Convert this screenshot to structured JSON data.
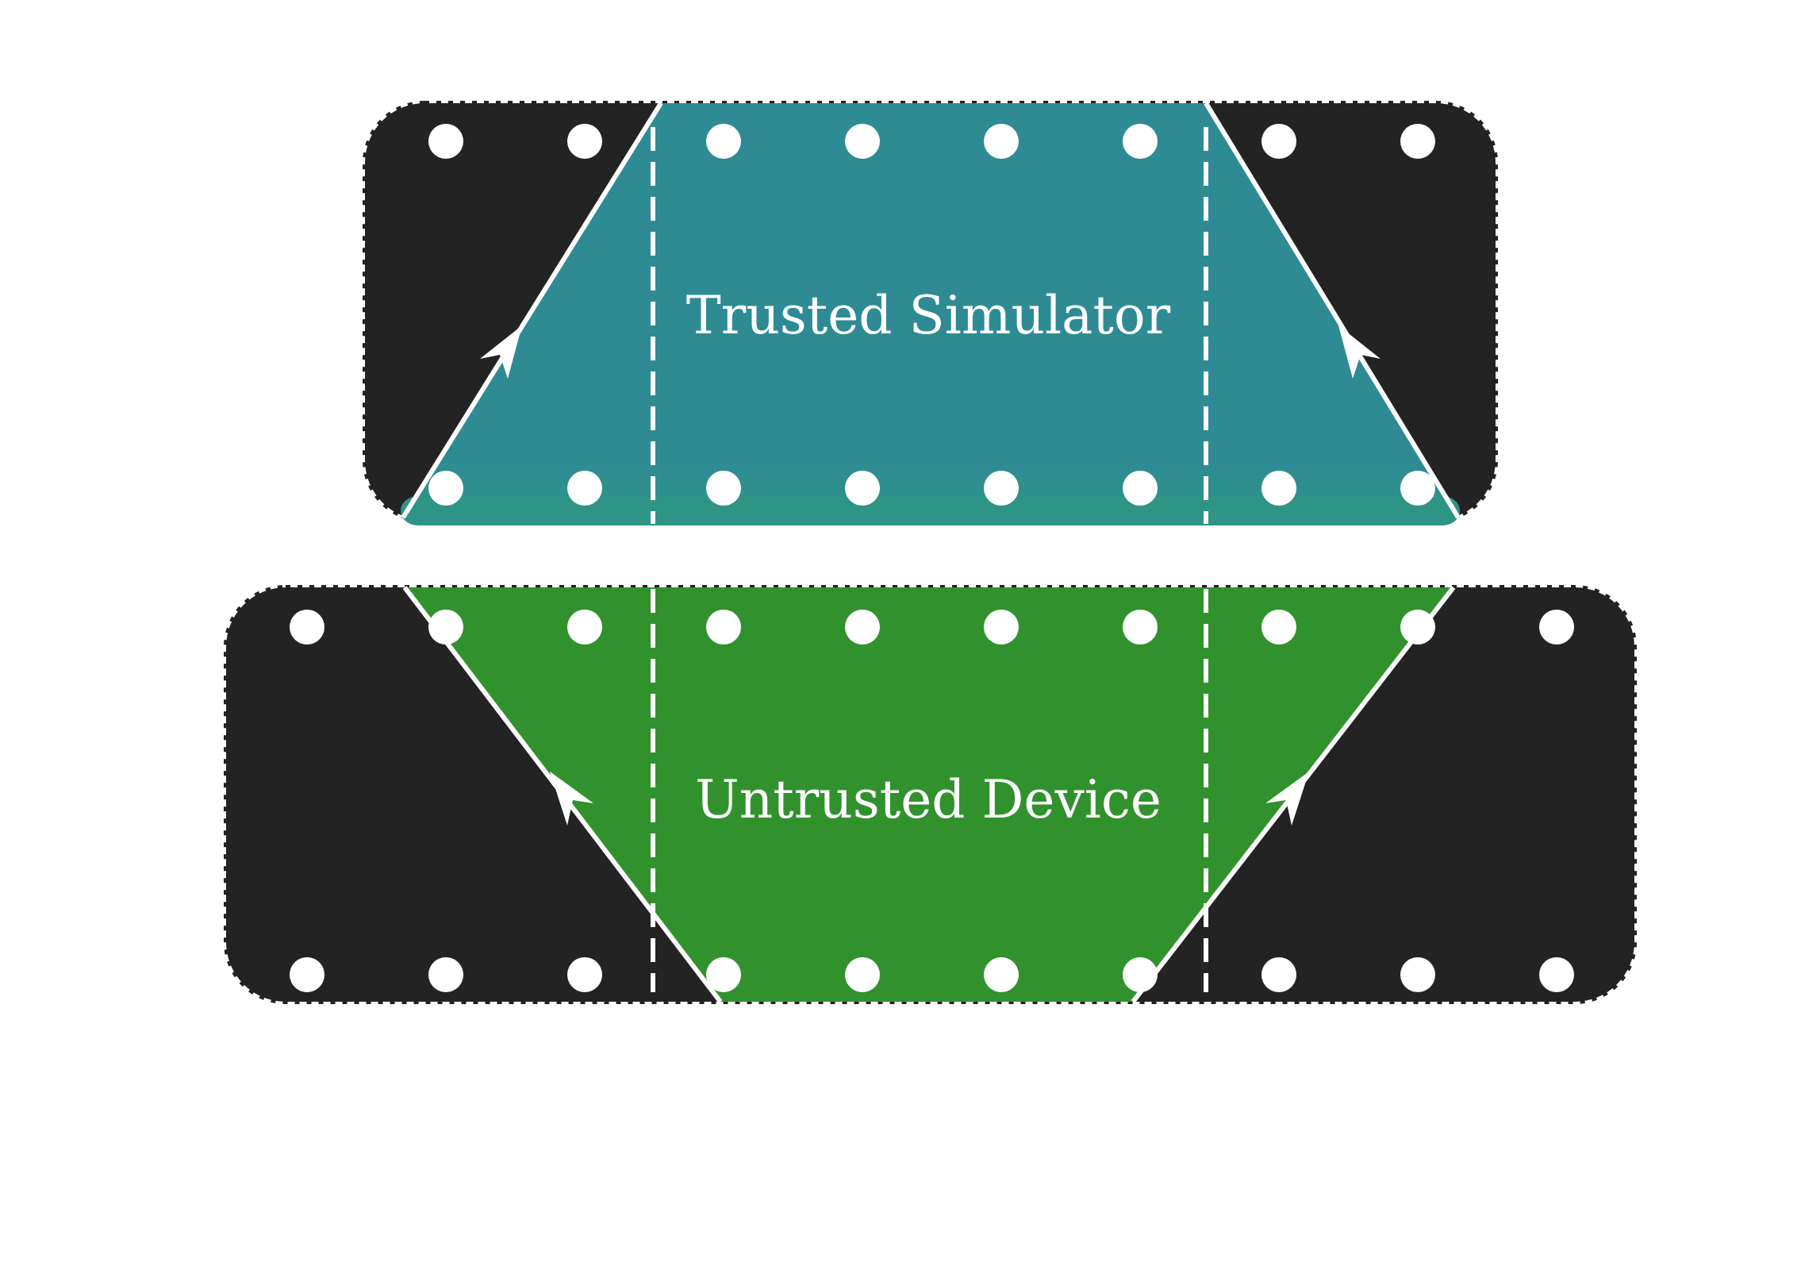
{
  "top_panel": {
    "label": "Trusted Simulator",
    "fill_color": "#2E8B94",
    "fill_bottom_color": "#2E9486",
    "background_color": "#232323",
    "node_rows": 2,
    "node_cols": 8
  },
  "bottom_panel": {
    "label": "Untrusted Device",
    "fill_color": "#31922D",
    "background_color": "#232323",
    "node_rows": 2,
    "node_cols": 10
  },
  "colors": {
    "node": "#ffffff",
    "line": "#ffffff",
    "border": "#222222",
    "page": "#ffffff"
  }
}
